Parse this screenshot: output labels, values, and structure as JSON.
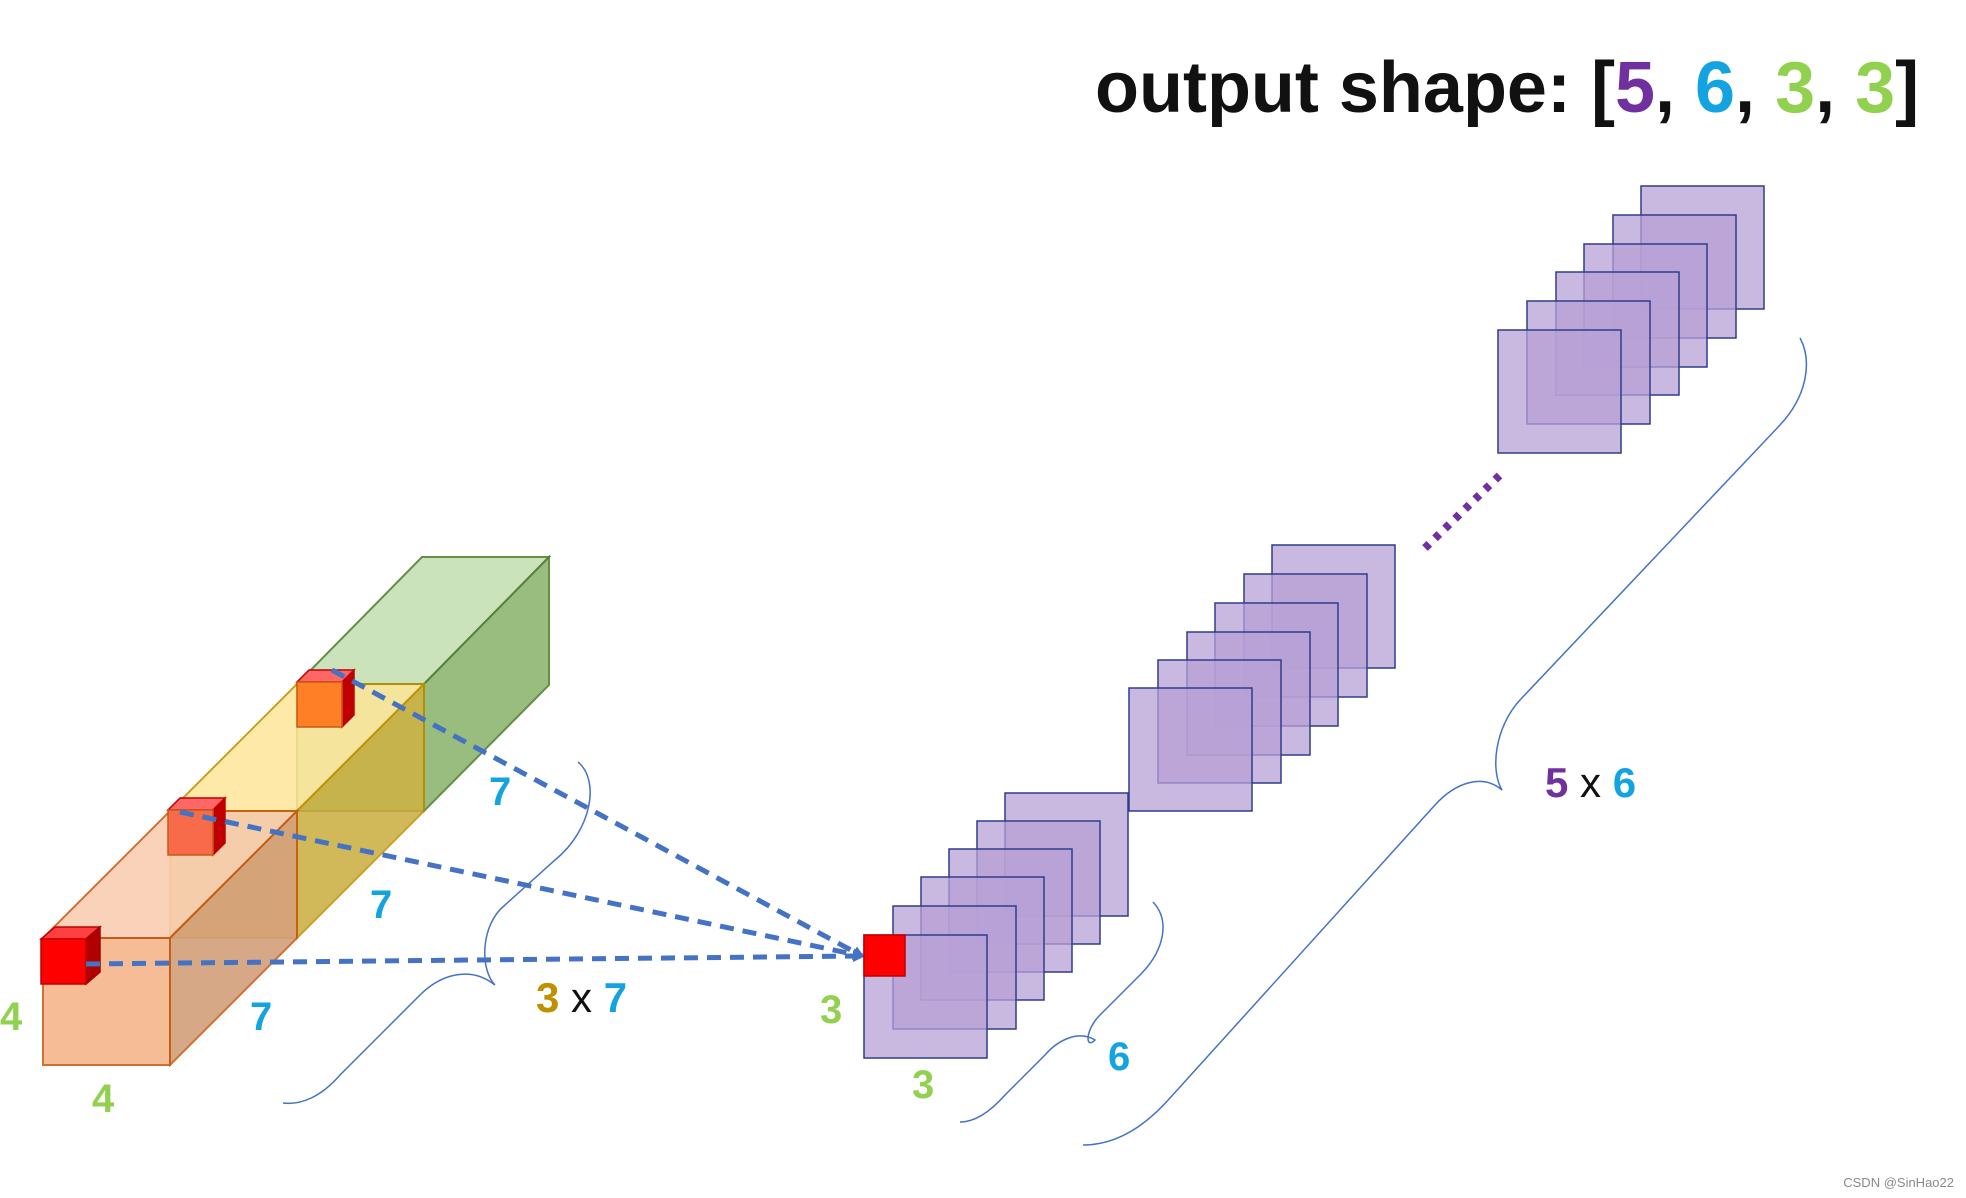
{
  "title": {
    "prefix": "output shape: [",
    "dims": [
      "5",
      "6",
      "3",
      "3"
    ],
    "separator": ", ",
    "suffix": "]"
  },
  "colors": {
    "batch": "#7030a0",
    "channel": "#13a3e0",
    "spatial": "#92d050",
    "kernel": "#bf9000",
    "black": "#111111",
    "arrow": "#4472c4",
    "kernel_cube": "#ff0000",
    "tensor_green": "#a9d18e",
    "tensor_yellow": "#ffd966",
    "tensor_orange": "#f4b183",
    "stack_purple": "#b7a0d5",
    "brace": "#4472c4"
  },
  "labels": {
    "input_height": "4",
    "input_width": "4",
    "input_depth": [
      "7",
      "7",
      "7"
    ],
    "kernel_mult": {
      "left": "3",
      "op": "x",
      "right": "7"
    },
    "output_height": "3",
    "output_width": "3",
    "output_channels": "6",
    "batch_mult": {
      "left": "5",
      "op": "x",
      "right": "6"
    }
  },
  "watermark": "CSDN @SinHao22"
}
